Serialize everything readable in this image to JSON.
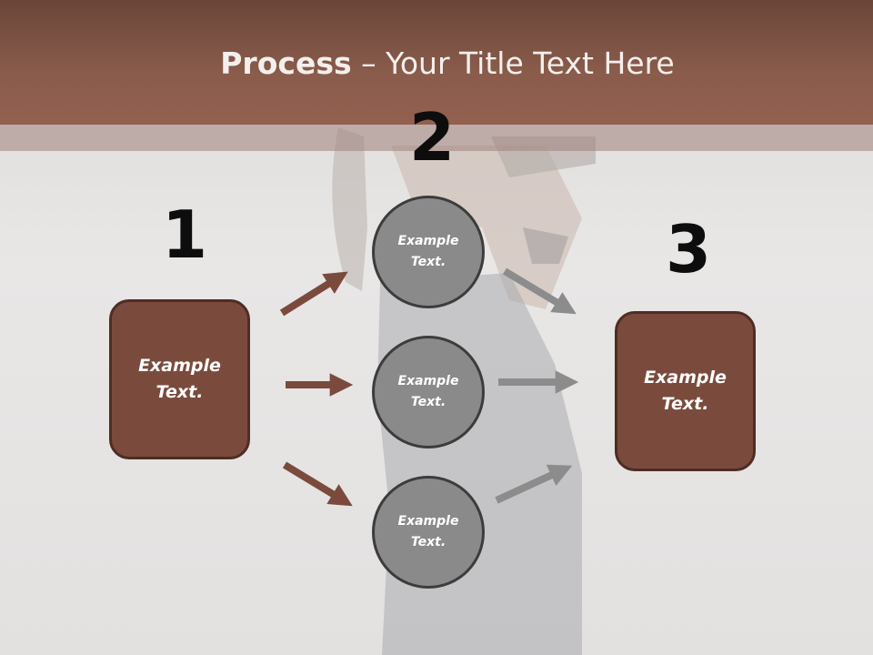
{
  "slide": {
    "title_bold": "Process",
    "title_rest": " – Your Title Text Here"
  },
  "steps": [
    {
      "number": "1",
      "text": "Example Text."
    },
    {
      "number": "2",
      "text": "Example Text."
    },
    {
      "number": "3",
      "text": "Example Text."
    }
  ],
  "circles": [
    {
      "text": "Example Text."
    },
    {
      "text": "Example Text."
    },
    {
      "text": "Example Text."
    }
  ],
  "colors": {
    "header": "#8a5c4c",
    "box_fill": "#7a4b3d",
    "box_border": "#4d2d24",
    "circle_fill": "#8a8a8a",
    "arrow_brown": "#7a4b3d",
    "arrow_gray": "#8c8c8c"
  }
}
